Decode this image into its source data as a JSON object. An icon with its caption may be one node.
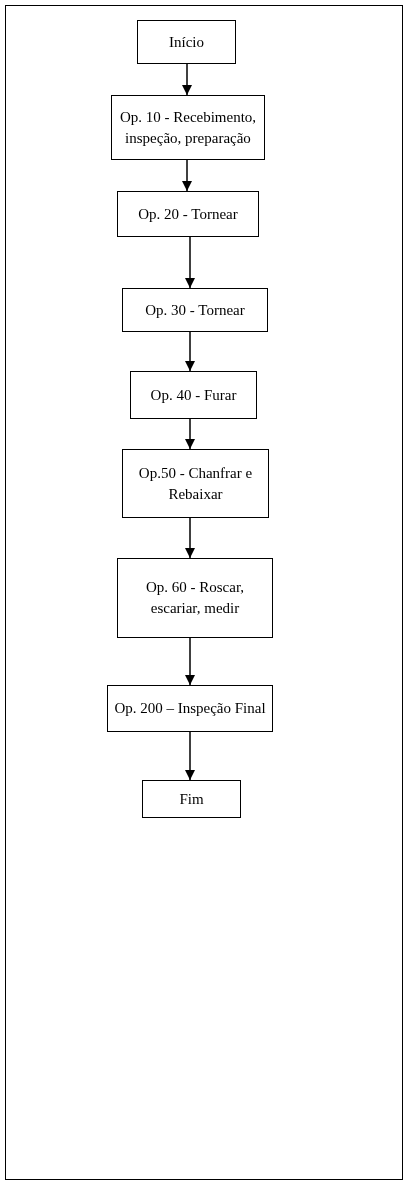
{
  "diagram": {
    "nodes": [
      {
        "text": [
          "Início"
        ]
      },
      {
        "text": [
          "Op. 10 - Recebimento, inspeção, preparação"
        ]
      },
      {
        "text": [
          "Op. 20 - Tornear"
        ]
      },
      {
        "text": [
          "Op. 30 - Tornear"
        ]
      },
      {
        "text": [
          "Op. 40 - Furar"
        ]
      },
      {
        "text": [
          "Op.50 - Chanfrar e Rebaixar"
        ]
      },
      {
        "text": [
          "Op. 60 - Roscar, escariar, medir"
        ]
      },
      {
        "text": [
          "Op. 200 – Inspeção Final"
        ]
      },
      {
        "text": [
          "Fim"
        ]
      }
    ],
    "edges": [
      {
        "from": 0,
        "to": 1,
        "arrow": "to"
      },
      {
        "from": 1,
        "to": 2,
        "arrow": "to"
      },
      {
        "from": 2,
        "to": 3,
        "arrow": "to"
      },
      {
        "from": 3,
        "to": 4,
        "arrow": "to"
      },
      {
        "from": 4,
        "to": 5,
        "arrow": "to"
      },
      {
        "from": 5,
        "to": 6,
        "arrow": "to"
      },
      {
        "from": 6,
        "to": 7,
        "arrow": "to"
      },
      {
        "from": 7,
        "to": 8,
        "arrow": "to"
      }
    ]
  }
}
